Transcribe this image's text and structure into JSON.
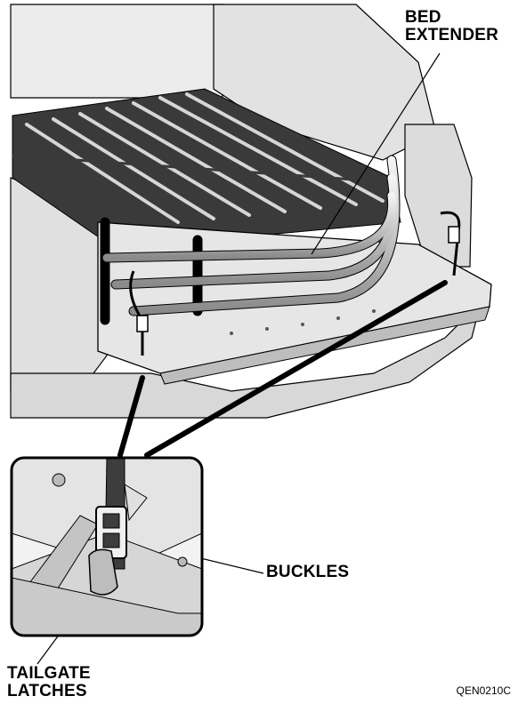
{
  "labels": {
    "bed_extender": [
      "BED",
      "EXTENDER"
    ],
    "buckles": "BUCKLES",
    "tailgate_latches": [
      "TAILGATE",
      "LATCHES"
    ],
    "figure_code": "QEN0210C"
  },
  "colors": {
    "line": "#000000",
    "bed_liner": "#3a3a3a",
    "rib": "#d6d6d6",
    "truck_body": "#e6e6e6",
    "tube": "#cfcfcf",
    "inset_frame": "#000000"
  }
}
